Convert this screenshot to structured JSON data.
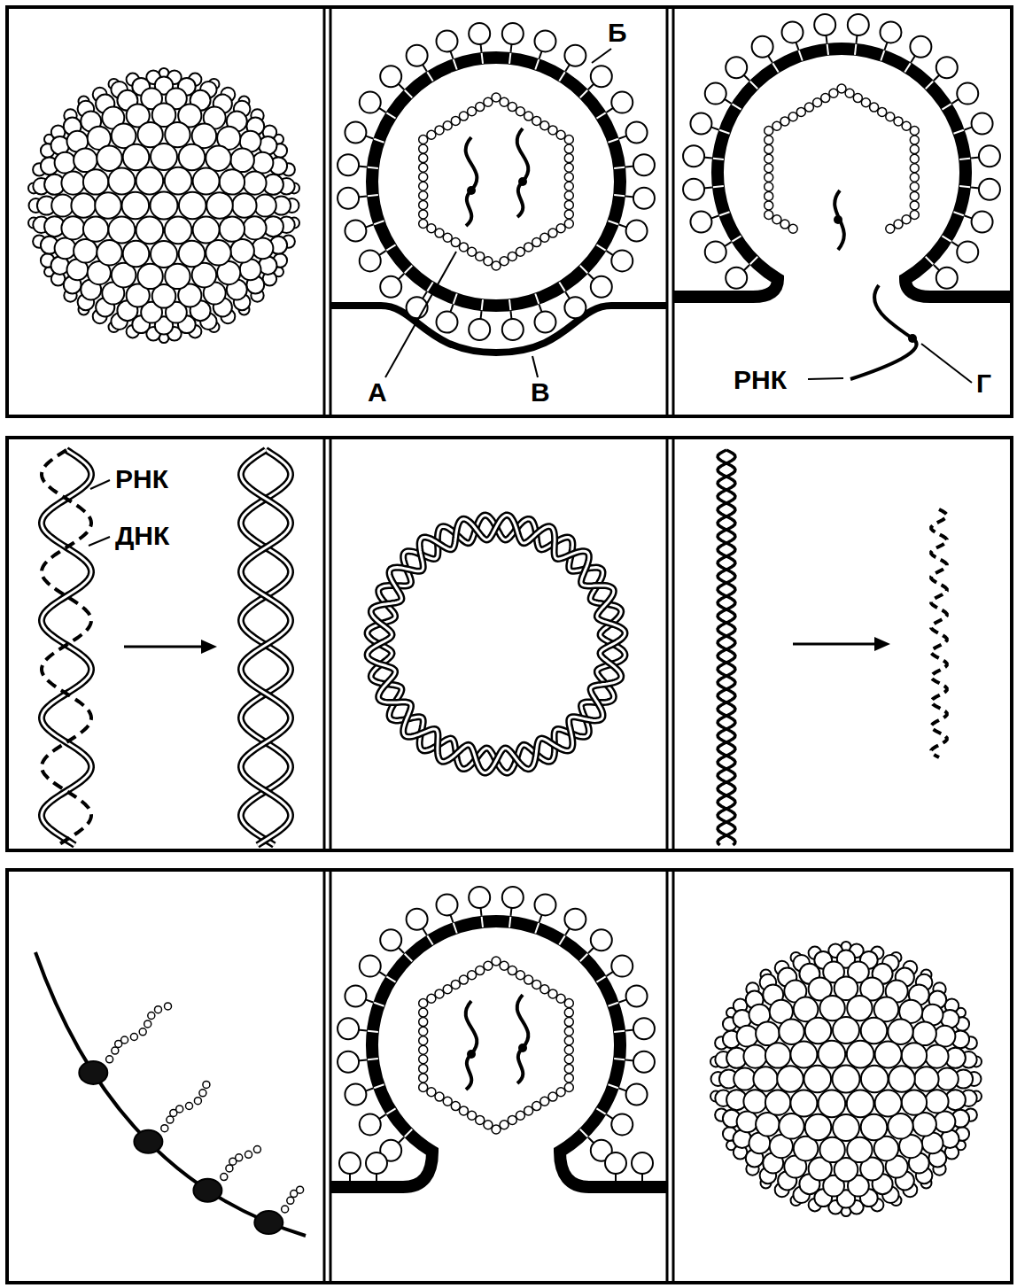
{
  "diagram": {
    "labels": [
      "Б",
      "А",
      "В",
      "Г",
      "РНК",
      "РНК",
      "ДНК"
    ]
  }
}
